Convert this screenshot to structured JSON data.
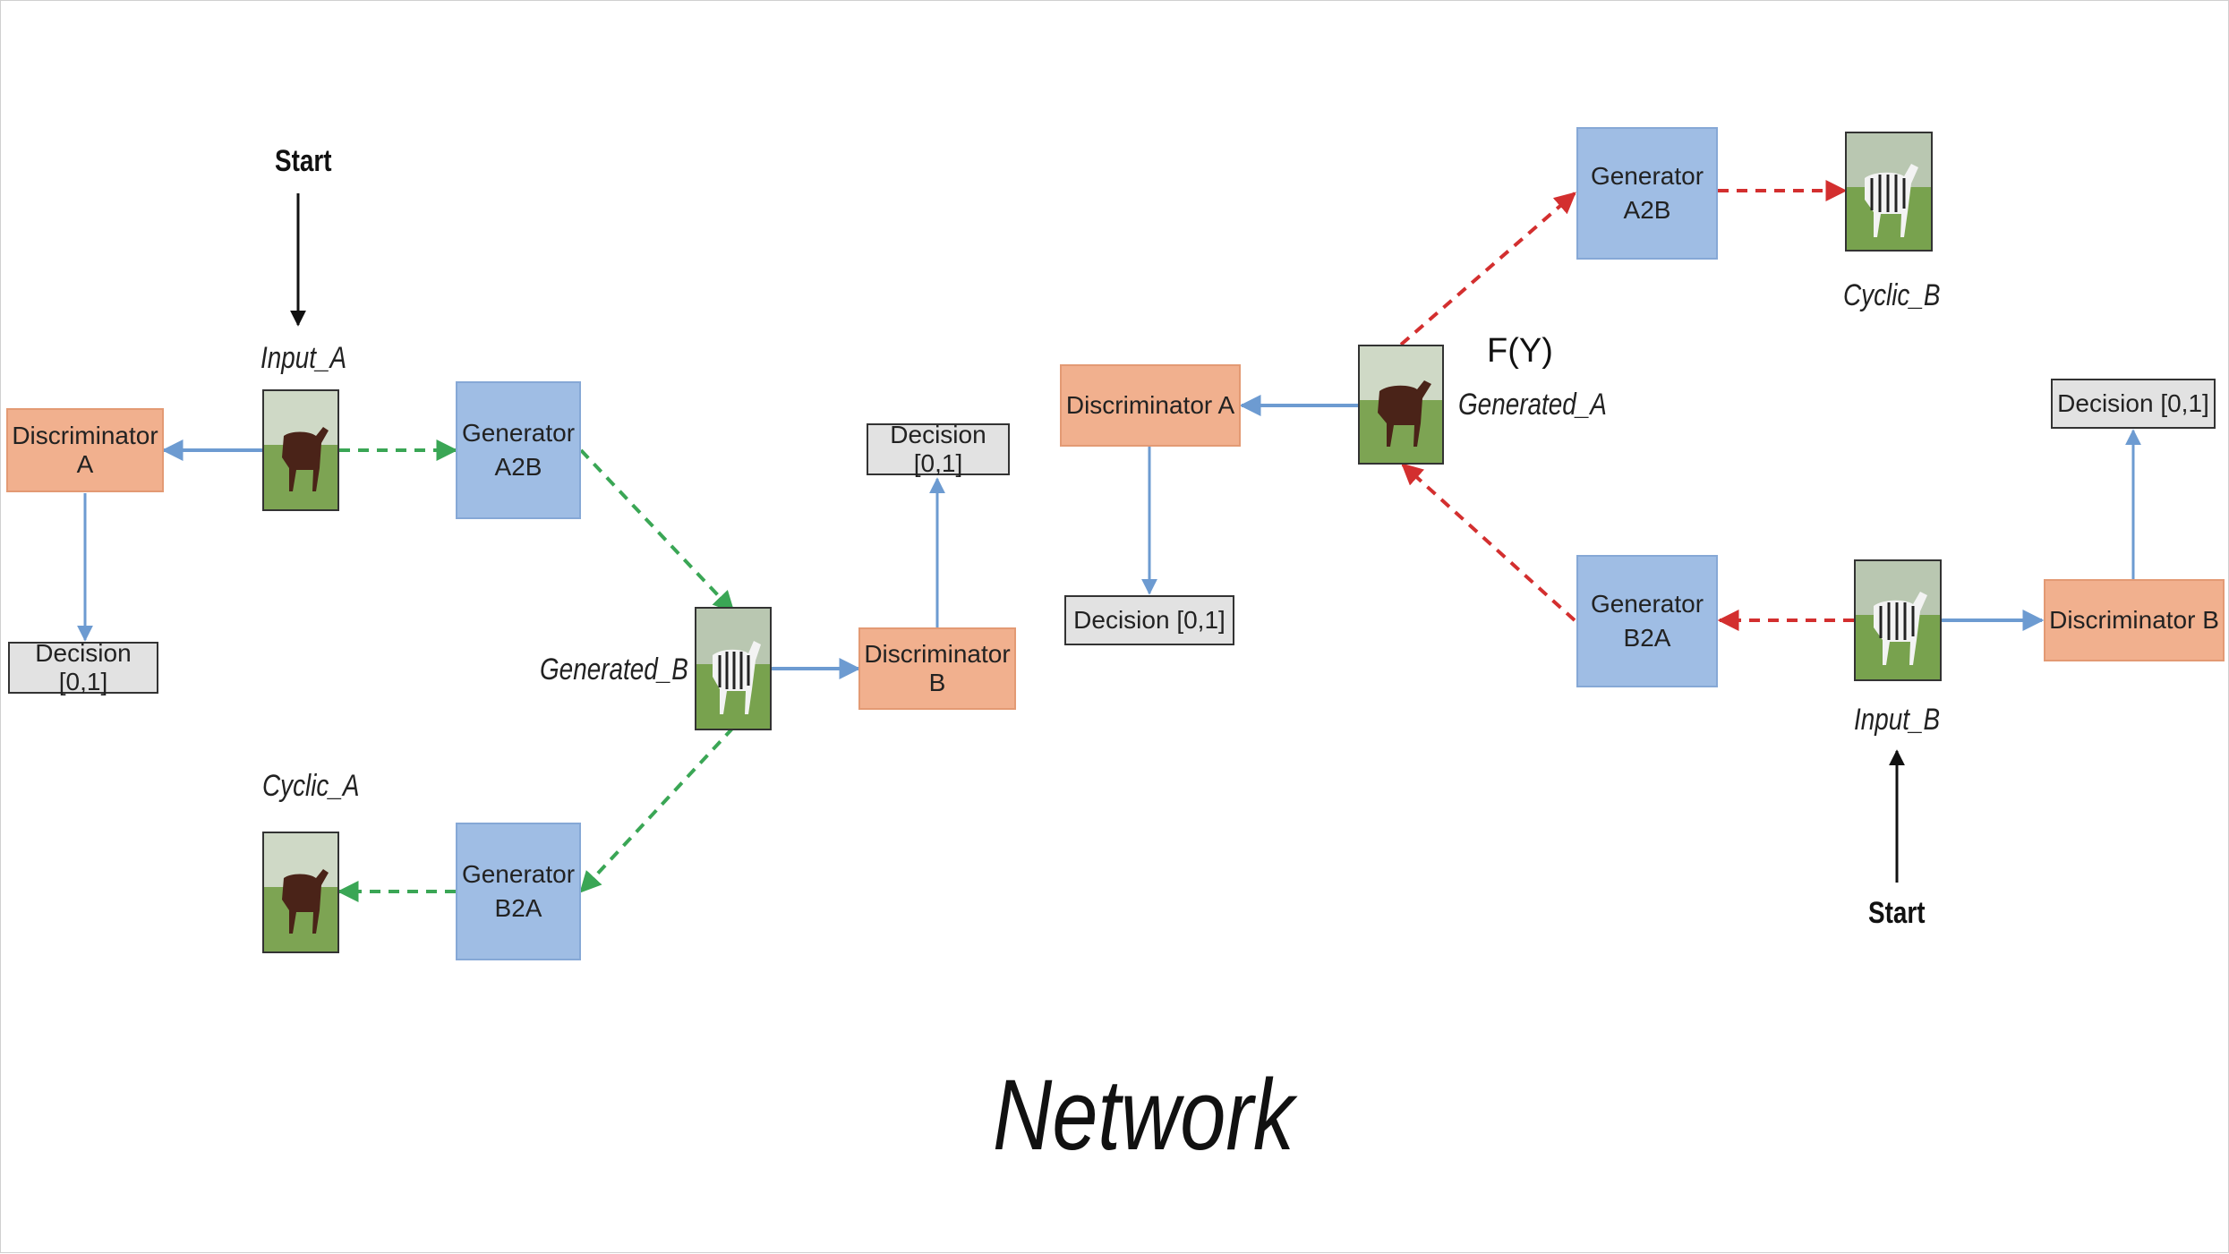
{
  "title": "Network",
  "start_label": "Start",
  "fy_label": "F(Y)",
  "images": {
    "input_a": "Input_A",
    "generated_b": "Generated_B",
    "cyclic_a": "Cyclic_A",
    "generated_a": "Generated_A",
    "cyclic_b": "Cyclic_B",
    "input_b": "Input_B"
  },
  "blocks": {
    "disc_a": "Discriminator A",
    "disc_b": "Discriminator B",
    "gen_a2b_line1": "Generator",
    "gen_a2b_line2": "A2B",
    "gen_b2a_line1": "Generator",
    "gen_b2a_line2": "B2A",
    "decision": "Decision [0,1]"
  },
  "colors": {
    "discriminator": "#f1b08e",
    "generator": "#9fbde4",
    "decision": "#e2e2e2",
    "green_arrow": "#3aa655",
    "red_arrow": "#d32f2f",
    "blue_arrow": "#6d9bd1"
  },
  "icons": {
    "horse": "horse-photo-icon",
    "zebra": "zebra-photo-icon"
  }
}
